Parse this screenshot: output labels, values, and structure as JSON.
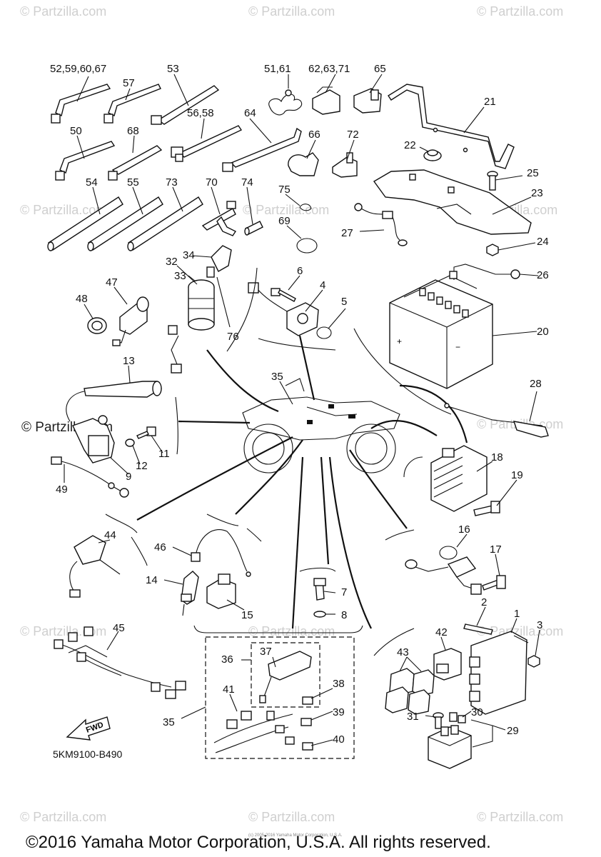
{
  "watermark": "© Partzilla.com",
  "watermark_prominent": "© Partzilla.com",
  "callouts": [
    "52,59,60,67",
    "57",
    "53",
    "51,61",
    "62,63,71",
    "65",
    "21",
    "50",
    "68",
    "56,58",
    "64",
    "66",
    "72",
    "22",
    "25",
    "54",
    "55",
    "73",
    "70",
    "74",
    "75",
    "23",
    "69",
    "27",
    "24",
    "32",
    "34",
    "33",
    "6",
    "4",
    "26",
    "47",
    "48",
    "5",
    "20",
    "76",
    "13",
    "35",
    "28",
    "18",
    "11",
    "12",
    "9",
    "49",
    "19",
    "44",
    "16",
    "46",
    "17",
    "14",
    "7",
    "15",
    "8",
    "2",
    "1",
    "42",
    "3",
    "37",
    "36",
    "38",
    "43",
    "41",
    "39",
    "30",
    "31",
    "29",
    "35",
    "40",
    "45"
  ],
  "diagram_code": "5KM9100-B490",
  "fwd_label": "FWD",
  "small_copyright": "(c) 2005-2016 Yamaha Motor Corporation, U.S.A.",
  "copyright": "©2016 Yamaha Motor Corporation, U.S.A. All rights reserved."
}
